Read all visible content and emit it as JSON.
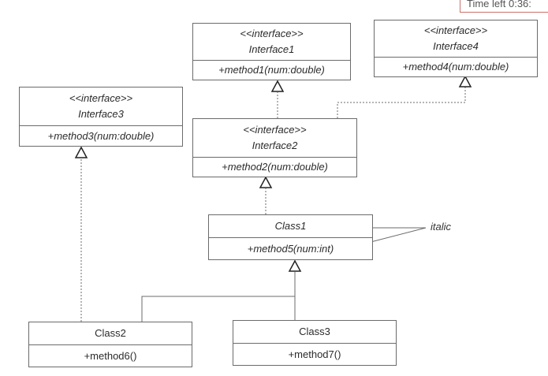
{
  "timer": {
    "text": "Time left 0:36:"
  },
  "interface1": {
    "stereotype": "<<interface>>",
    "name": "Interface1",
    "method": "+method1(num:double)"
  },
  "interface2": {
    "stereotype": "<<interface>>",
    "name": "Interface2",
    "method": "+method2(num:double)"
  },
  "interface3": {
    "stereotype": "<<interface>>",
    "name": "Interface3",
    "method": "+method3(num:double)"
  },
  "interface4": {
    "stereotype": "<<interface>>",
    "name": "Interface4",
    "method": "+method4(num:double)"
  },
  "class1": {
    "name": "Class1",
    "method": "+method5(num:int)"
  },
  "class2": {
    "name": "Class2",
    "method": "+method6()"
  },
  "class3": {
    "name": "Class3",
    "method": "+method7()"
  },
  "annotation": {
    "text": "italic"
  },
  "colors": {
    "line": "#6b6b6b",
    "timer_border": "#c9736a",
    "text": "#2b2b2b"
  }
}
